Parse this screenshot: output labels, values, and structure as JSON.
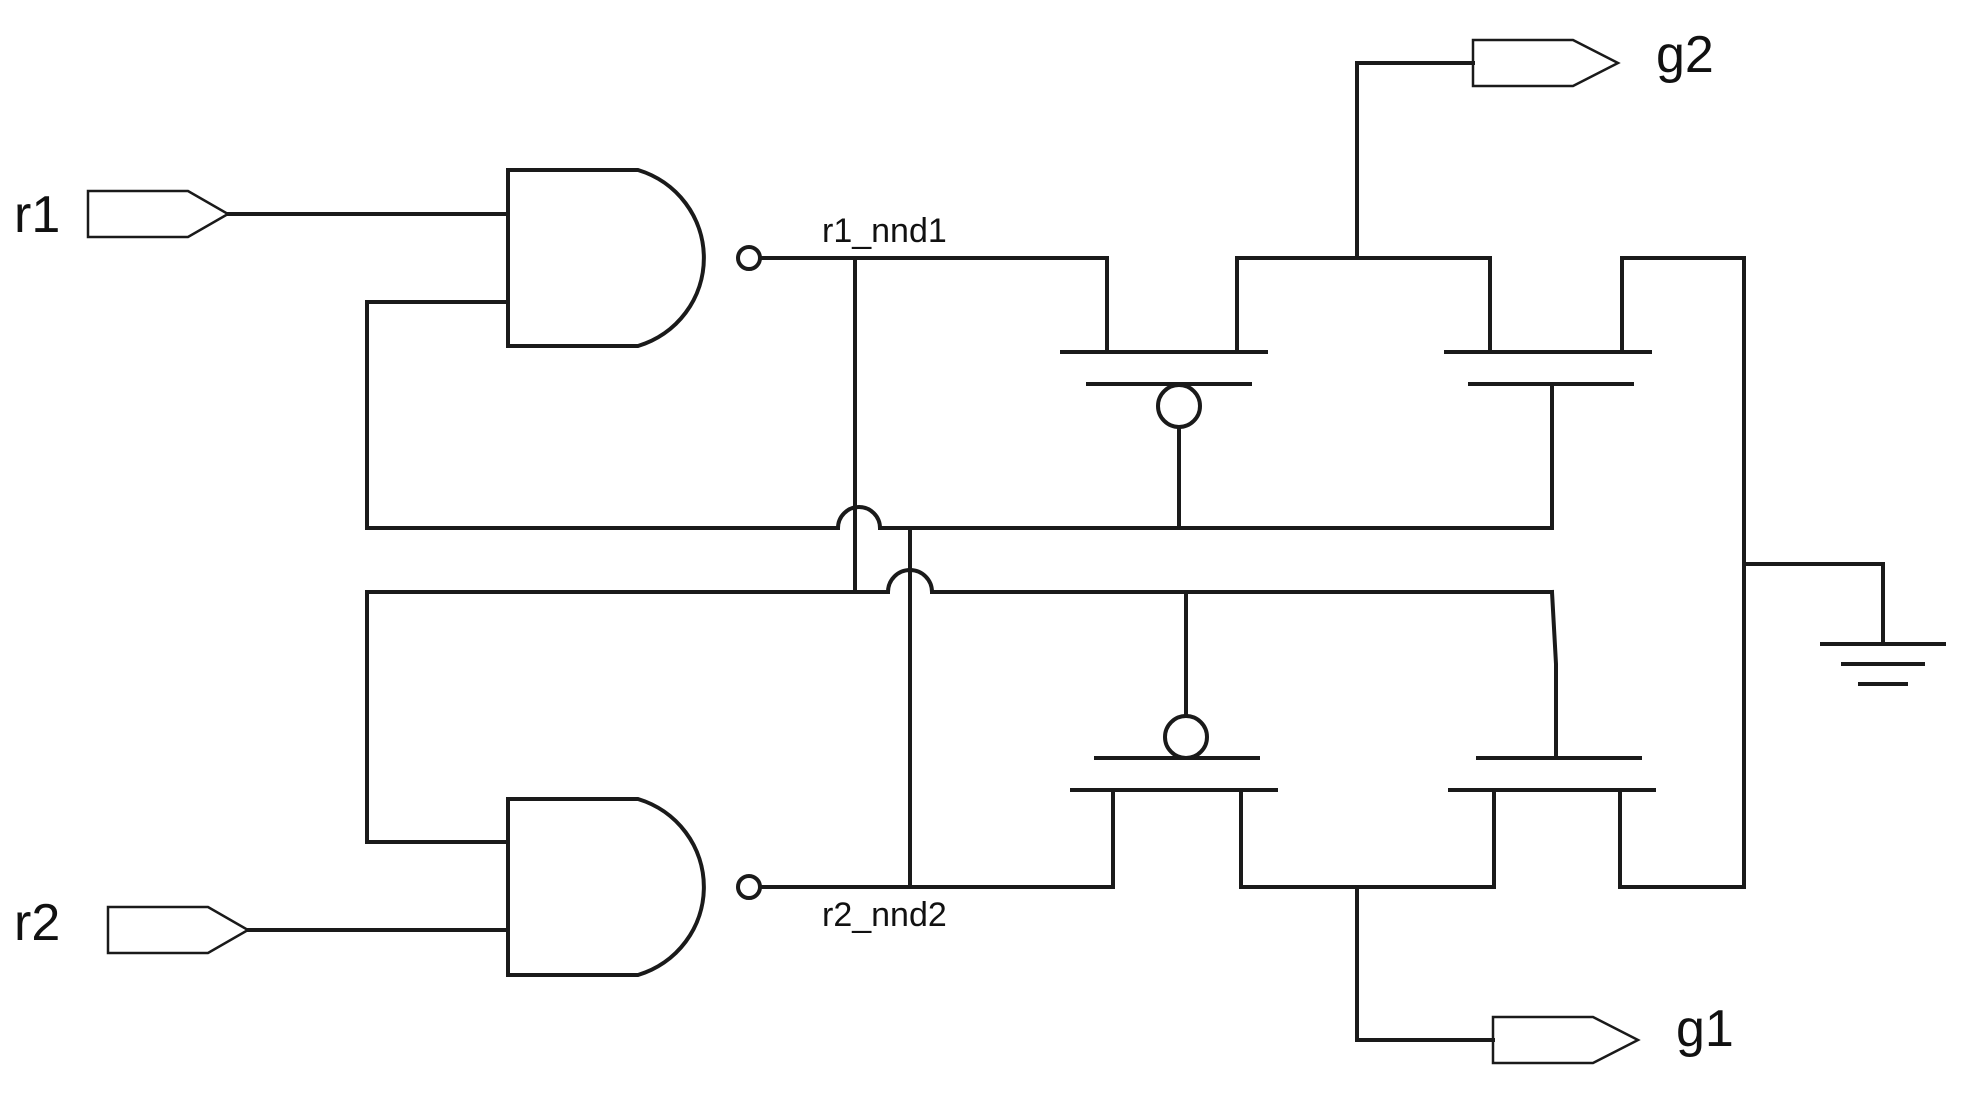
{
  "diagram": {
    "ports": {
      "r1": "r1",
      "r2": "r2",
      "g1": "g1",
      "g2": "g2"
    },
    "nets": {
      "r1_nnd1": "r1_nnd1",
      "r2_nnd2": "r2_nnd2"
    },
    "colors": {
      "stroke": "#1a1a1a",
      "background": "#ffffff"
    }
  }
}
